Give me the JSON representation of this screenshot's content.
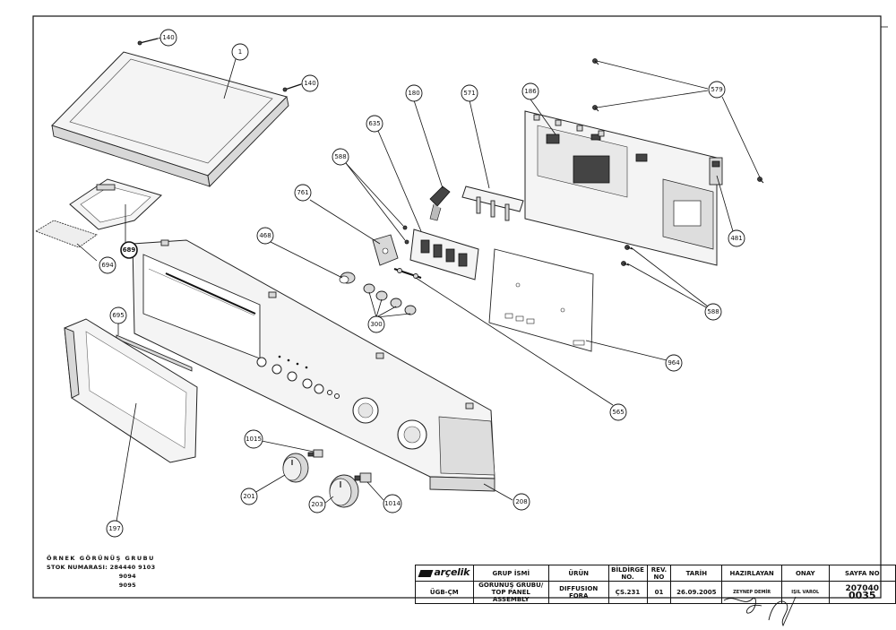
{
  "callouts": [
    {
      "id": "c-140a",
      "label": "140"
    },
    {
      "id": "c-1",
      "label": "1"
    },
    {
      "id": "c-140b",
      "label": "140"
    },
    {
      "id": "c-180",
      "label": "180"
    },
    {
      "id": "c-571",
      "label": "571"
    },
    {
      "id": "c-186",
      "label": "186"
    },
    {
      "id": "c-579",
      "label": "579"
    },
    {
      "id": "c-635",
      "label": "635"
    },
    {
      "id": "c-588a",
      "label": "588"
    },
    {
      "id": "c-761",
      "label": "761"
    },
    {
      "id": "c-468",
      "label": "468"
    },
    {
      "id": "c-689",
      "label": "689"
    },
    {
      "id": "c-694",
      "label": "694"
    },
    {
      "id": "c-695",
      "label": "695"
    },
    {
      "id": "c-300",
      "label": "300"
    },
    {
      "id": "c-481",
      "label": "481"
    },
    {
      "id": "c-588b",
      "label": "588"
    },
    {
      "id": "c-964",
      "label": "964"
    },
    {
      "id": "c-565",
      "label": "565"
    },
    {
      "id": "c-1015",
      "label": "1015"
    },
    {
      "id": "c-201",
      "label": "201"
    },
    {
      "id": "c-203",
      "label": "203"
    },
    {
      "id": "c-1014",
      "label": "1014"
    },
    {
      "id": "c-208",
      "label": "208"
    },
    {
      "id": "c-197",
      "label": "197"
    }
  ],
  "stock": {
    "title": "ÖRNEK GÖRÜNÜŞ GRUBU",
    "label": "STOK NUMARASI: 284440 9103",
    "extra1": "9094",
    "extra2": "9095"
  },
  "titleblock": {
    "brand": "arçelik",
    "grup_header": "GRUP İSMİ",
    "urun_header": "ÜRÜN",
    "bildirge_header": "BİLDİRGE NO.",
    "rev_header": "REV. NO",
    "tarih_header": "TARİH",
    "hazirlayan_header": "HAZIRLAYAN",
    "onay_header": "ONAY",
    "sayfa_header": "SAYFA NO",
    "dept": "ÜGB-ÇM",
    "grup_value": "GÖRÜNÜŞ GRUBU/ TOP PANEL ASSEMBLY",
    "urun_value": "DIFFUSION FORA",
    "bildirge_value": "ÇS.231",
    "rev_value": "01",
    "tarih_value": "26.09.2005",
    "hazirlayan_value": "ZEYNEP DEMİR",
    "onay_value": "IŞIL VAROL",
    "sayfa_prefix": "207040",
    "sayfa_number": "0035"
  }
}
